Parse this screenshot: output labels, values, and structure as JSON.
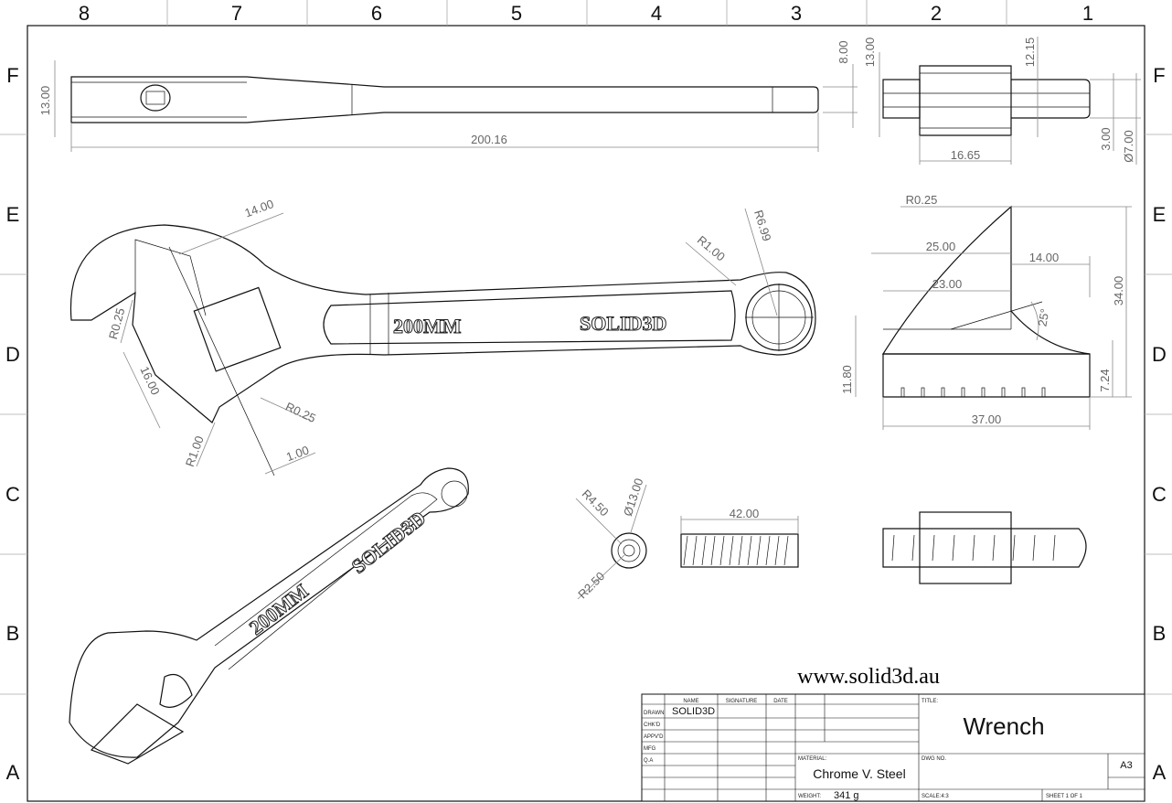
{
  "zones": {
    "columns": [
      "8",
      "7",
      "6",
      "5",
      "4",
      "3",
      "2",
      "1"
    ],
    "rows": [
      "F",
      "E",
      "D",
      "C",
      "B",
      "A"
    ]
  },
  "dimensions": {
    "top_length": "200.16",
    "top_height_left": "13.00",
    "top_height_right": "8.00",
    "side_13": "13.00",
    "side_12_15": "12.15",
    "side_16_65": "16.65",
    "side_3": "3.00",
    "side_dia7": "Ø7.00",
    "jaw_14": "14.00",
    "jaw_r025_a": "R0.25",
    "jaw_16": "16.00",
    "jaw_r1_a": "R1.00",
    "jaw_r025_b": "R0.25",
    "jaw_1": "1.00",
    "handle_r1": "R1.00",
    "handle_r699": "R6.99",
    "det_r025": "R0.25",
    "det_25": "25.00",
    "det_14": "14.00",
    "det_23": "23.00",
    "det_34": "34.00",
    "det_25deg": "25°",
    "det_11_8": "11.80",
    "det_7_24": "7.24",
    "det_37": "37.00",
    "worm_r450": "R4.50",
    "worm_dia13": "Ø13.00",
    "worm_r250": "R2.50",
    "worm_42": "42.00"
  },
  "engraving": {
    "size": "200MM",
    "brand": "SOLID3D"
  },
  "website": "www.solid3d.au",
  "title_block": {
    "headers": {
      "name": "NAME",
      "signature": "SIGNATURE",
      "date": "DATE"
    },
    "rows": [
      "DRAWN",
      "CHK'D",
      "APPV'D",
      "MFG",
      "Q.A"
    ],
    "drawn_name": "SOLID3D",
    "title_label": "TITLE:",
    "title": "Wrench",
    "material_label": "MATERIAL:",
    "material": "Chrome V. Steel",
    "dwg_label": "DWG NO.",
    "size": "A3",
    "weight_label": "WEIGHT:",
    "weight": "341 g",
    "scale": "SCALE:4:3",
    "sheet": "SHEET 1 OF 1"
  }
}
